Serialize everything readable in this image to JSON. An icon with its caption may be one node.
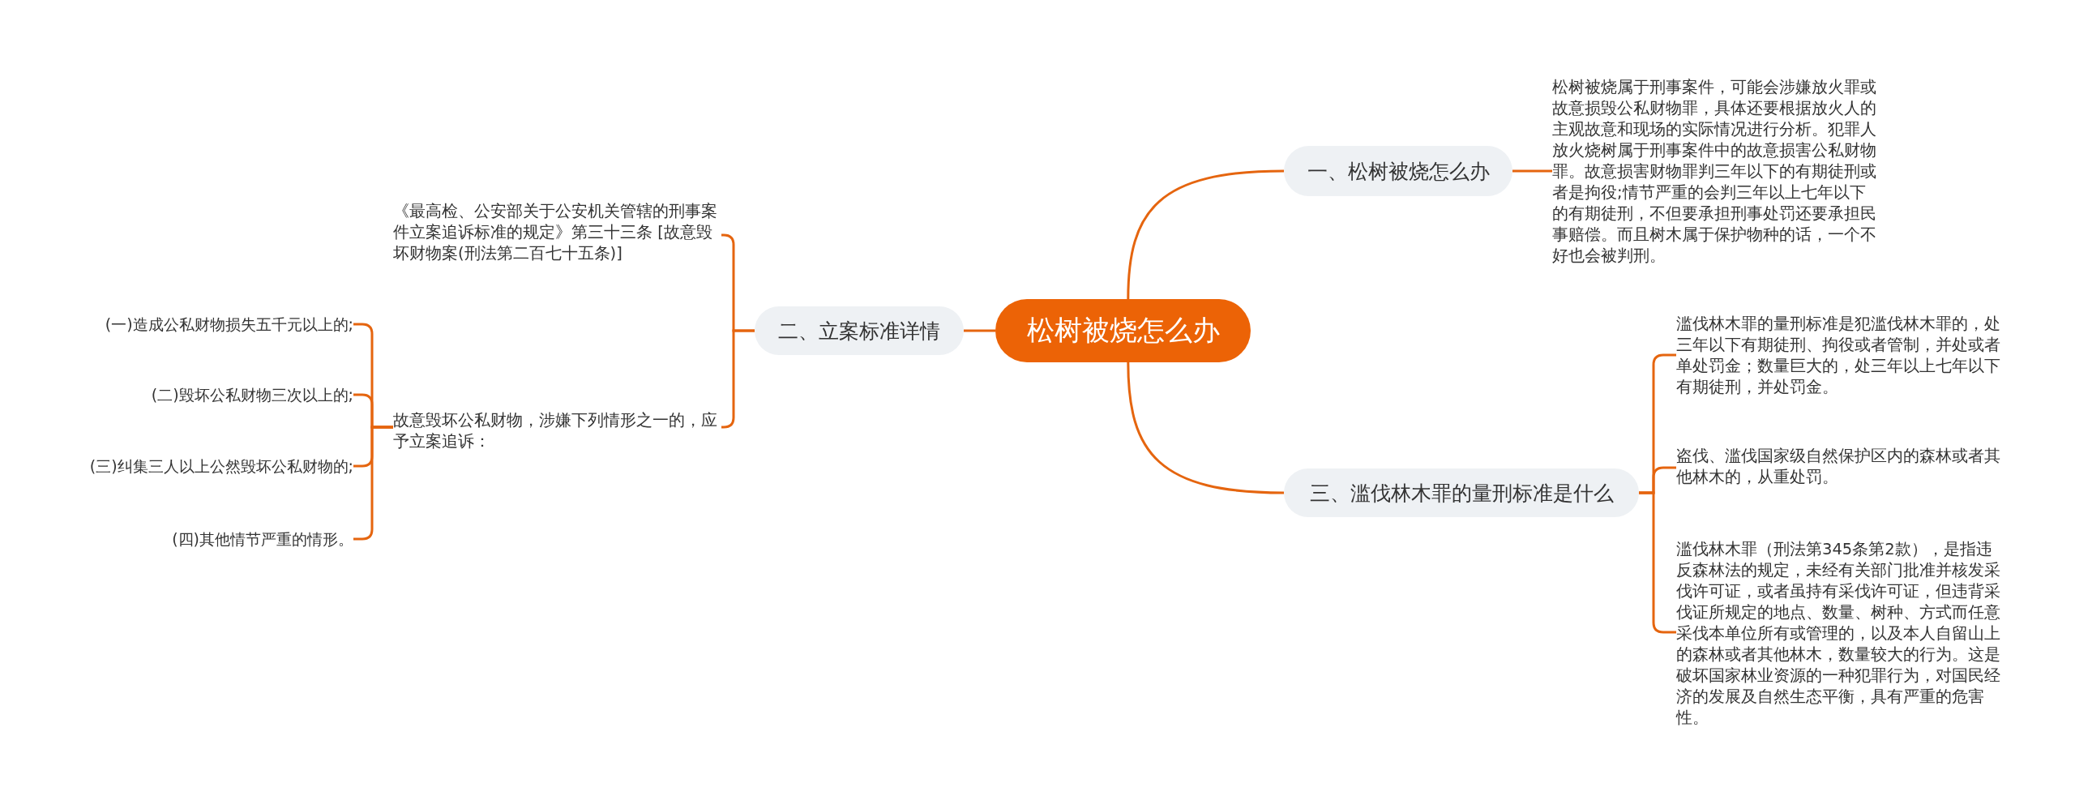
{
  "diagram": {
    "nodes": [
      {
        "text": [
          "松树被烧怎么办"
        ]
      },
      {
        "text": [
          "一、松树被烧怎么办"
        ]
      },
      {
        "text": [
          "松树被烧属于刑事案件，可能会涉嫌放火罪或故意损毁公私财物罪，具体还要根据放火人的主观故意和现场的实际情况进行分析。犯罪人放火烧树属于刑事案件中的故意损害公私财物罪。故意损害财物罪判三年以下的有期徒刑或者是拘役;情节严重的会判三年以上七年以下的有期徒刑，不但要承担刑事处罚还要承担民事赔偿。而且树木属于保护物种的话，一个不好也会被判刑。"
        ]
      },
      {
        "text": [
          "二、立案标准详情"
        ]
      },
      {
        "text": [
          "《最高检、公安部关于公安机关管辖的刑事案件立案追诉标准的规定》第三十三条 [故意毁坏财物案(刑法第二百七十五条)]"
        ]
      },
      {
        "text": [
          "故意毁坏公私财物，涉嫌下列情形之一的，应予立案追诉："
        ]
      },
      {
        "text": [
          "(一)造成公私财物损失五千元以上的;"
        ]
      },
      {
        "text": [
          "(二)毁坏公私财物三次以上的;"
        ]
      },
      {
        "text": [
          "(三)纠集三人以上公然毁坏公私财物的;"
        ]
      },
      {
        "text": [
          "(四)其他情节严重的情形。"
        ]
      },
      {
        "text": [
          "三、滥伐林木罪的量刑标准是什么"
        ]
      },
      {
        "text": [
          "滥伐林木罪的量刑标准是犯滥伐林木罪的，处三年以下有期徒刑、拘役或者管制，并处或者单处罚金；数量巨大的，处三年以上七年以下有期徒刑，并处罚金。"
        ]
      },
      {
        "text": [
          "盗伐、滥伐国家级自然保护区内的森林或者其他林木的，从重处罚。"
        ]
      },
      {
        "text": [
          "滥伐林木罪（刑法第345条第2款），是指违反森林法的规定，未经有关部门批准并核发采伐许可证，或者虽持有采伐许可证，但违背采伐证所规定的地点、数量、树种、方式而任意采伐本单位所有或管理的，以及本人自留山上的森林或者其他林木，数量较大的行为。这是破坏国家林业资源的一种犯罪行为，对国民经济的发展及自然生态平衡，具有严重的危害性。"
        ]
      }
    ],
    "edges": [
      {
        "from": 0,
        "to": 1,
        "arrow": "none"
      },
      {
        "from": 1,
        "to": 2,
        "arrow": "none"
      },
      {
        "from": 0,
        "to": 3,
        "arrow": "none"
      },
      {
        "from": 3,
        "to": 4,
        "arrow": "none"
      },
      {
        "from": 3,
        "to": 5,
        "arrow": "none"
      },
      {
        "from": 5,
        "to": 6,
        "arrow": "none"
      },
      {
        "from": 5,
        "to": 7,
        "arrow": "none"
      },
      {
        "from": 5,
        "to": 8,
        "arrow": "none"
      },
      {
        "from": 5,
        "to": 9,
        "arrow": "none"
      },
      {
        "from": 0,
        "to": 10,
        "arrow": "none"
      },
      {
        "from": 10,
        "to": 11,
        "arrow": "none"
      },
      {
        "from": 10,
        "to": 12,
        "arrow": "none"
      },
      {
        "from": 10,
        "to": 13,
        "arrow": "none"
      }
    ]
  }
}
